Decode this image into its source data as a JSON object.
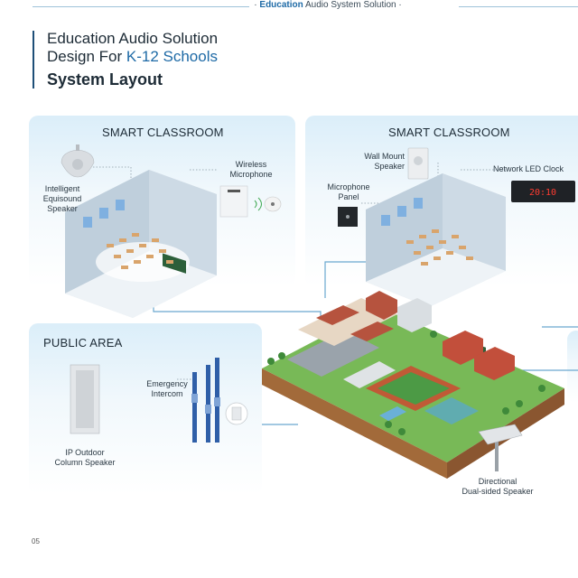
{
  "header": {
    "tag_accent": "Education",
    "tag_rest": " Audio System Solution ·",
    "tag_lead": "· "
  },
  "title": {
    "line1": "Education Audio Solution",
    "line2_prefix": "Design For ",
    "line2_highlight": "K-12 Schools",
    "subtitle": "System Layout"
  },
  "panels": {
    "left_classroom": "SMART CLASSROOM",
    "right_classroom": "SMART CLASSROOM",
    "public_area": "PUBLIC AREA"
  },
  "labels": {
    "intelligent_speaker": [
      "Intelligent",
      "Equisound",
      "Speaker"
    ],
    "wireless_mic": [
      "Wireless",
      "Microphone"
    ],
    "wall_mount": [
      "Wall Mount",
      "Speaker"
    ],
    "led_clock": "Network LED Clock",
    "mic_panel": [
      "Microphone",
      "Panel"
    ],
    "emergency": [
      "Emergency",
      "Intercom"
    ],
    "column_speaker": [
      "IP Outdoor",
      "Column Speaker"
    ],
    "directional": [
      "Directional",
      "Dual-sided Speaker"
    ]
  },
  "clock_display": "20:10",
  "page_number": "05",
  "colors": {
    "accent": "#1e6aa6",
    "line": "#6aa8cf",
    "grass": "#6fb24a",
    "soil": "#a26a3a"
  }
}
